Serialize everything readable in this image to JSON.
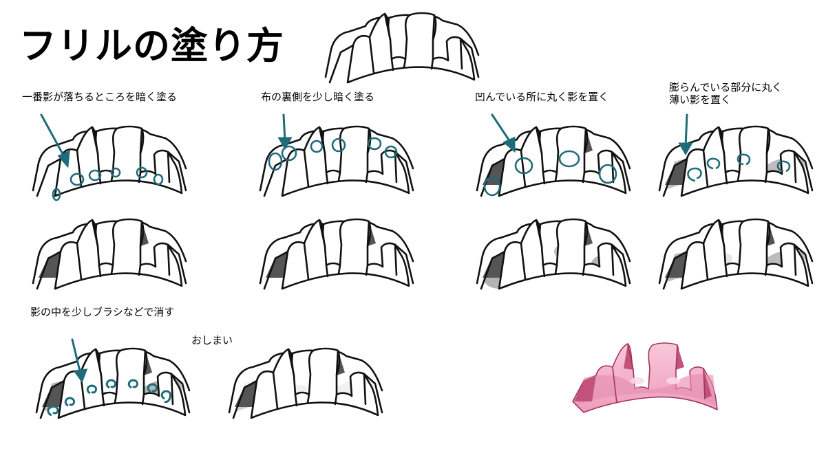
{
  "title": "フリルの塗り方",
  "steps": [
    {
      "caption": "一番影が落ちるところを暗く塗る"
    },
    {
      "caption": "布の裏側を少し暗く塗る"
    },
    {
      "caption": "凹んでいる所に丸く影を置く"
    },
    {
      "caption_line1": "膨らんでいる部分に丸く",
      "caption_line2": "薄い影を置く"
    },
    {
      "caption": "影の中を少しブラシなどで消す"
    },
    {
      "caption": "おしまい"
    }
  ],
  "colors": {
    "stroke": "#111111",
    "dark_shadow": "#555555",
    "mid_shadow": "#b9b9b9",
    "soft_shadow": "#d9d9d9",
    "annotation": "#1e6b7a",
    "pink_fill": "#f7b9cf",
    "pink_dark": "#c2527a",
    "pink_stroke": "#a0345c"
  }
}
